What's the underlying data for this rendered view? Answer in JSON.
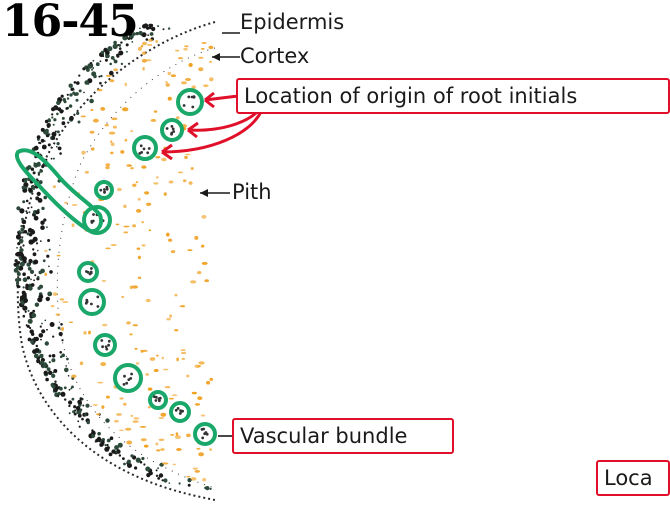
{
  "figure_number": "16-45",
  "labels": {
    "epidermis": "Epidermis",
    "cortex": "Cortex",
    "root_initials": "Location of origin of root initials",
    "pith": "Pith",
    "vascular_bundle": "Vascular bundle",
    "cut_off_label": "Loca"
  },
  "colors": {
    "annotation_red": "#e0102a",
    "bundle_green": "#1aa86a",
    "pith_orange": "#f0a020",
    "ink": "#1a1a1a"
  }
}
